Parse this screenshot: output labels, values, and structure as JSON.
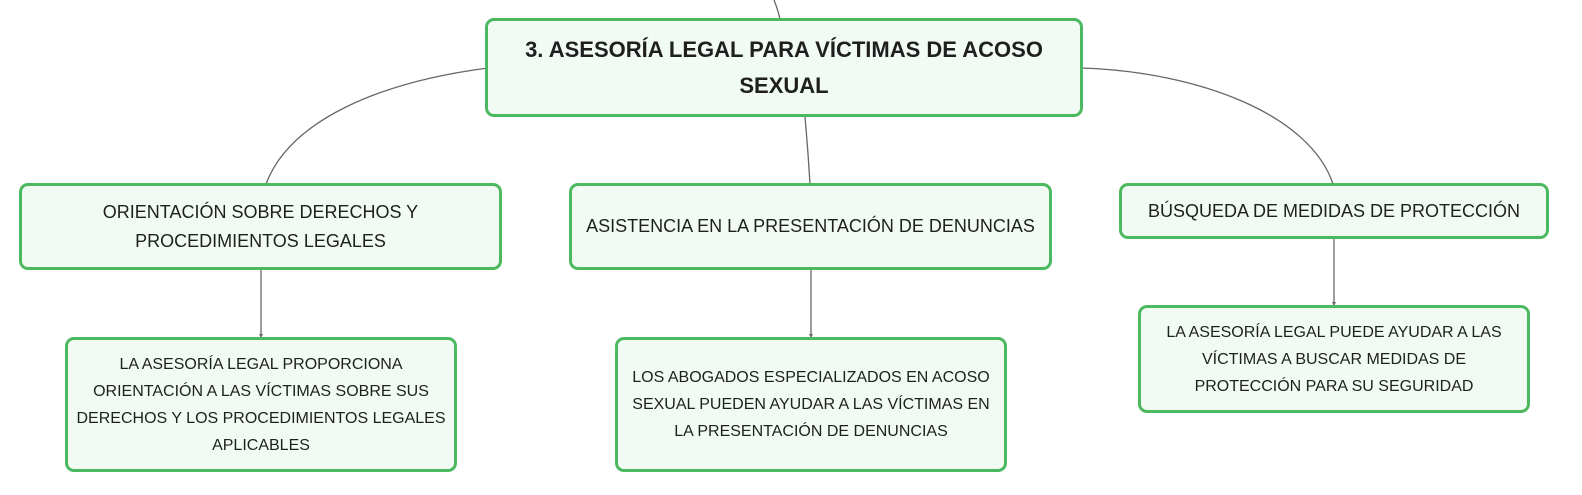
{
  "colors": {
    "border": "#4cb85f",
    "fill": "#f1faf3",
    "connector": "#666666",
    "text": "#1f1f1f"
  },
  "root": {
    "label": "3. ASESORÍA LEGAL PARA VÍCTIMAS DE ACOSO SEXUAL"
  },
  "branches": [
    {
      "label": "ORIENTACIÓN SOBRE DERECHOS Y PROCEDIMIENTOS LEGALES",
      "detail": "LA ASESORÍA LEGAL PROPORCIONA ORIENTACIÓN A LAS VÍCTIMAS SOBRE SUS DERECHOS Y LOS PROCEDIMIENTOS LEGALES APLICABLES"
    },
    {
      "label": "ASISTENCIA EN LA PRESENTACIÓN DE DENUNCIAS",
      "detail": "LOS ABOGADOS ESPECIALIZADOS EN ACOSO SEXUAL PUEDEN AYUDAR A LAS VÍCTIMAS EN LA PRESENTACIÓN DE DENUNCIAS"
    },
    {
      "label": "BÚSQUEDA DE MEDIDAS DE PROTECCIÓN",
      "detail": "LA ASESORÍA LEGAL PUEDE AYUDAR A LAS VÍCTIMAS A BUSCAR MEDIDAS DE PROTECCIÓN PARA SU SEGURIDAD"
    }
  ]
}
